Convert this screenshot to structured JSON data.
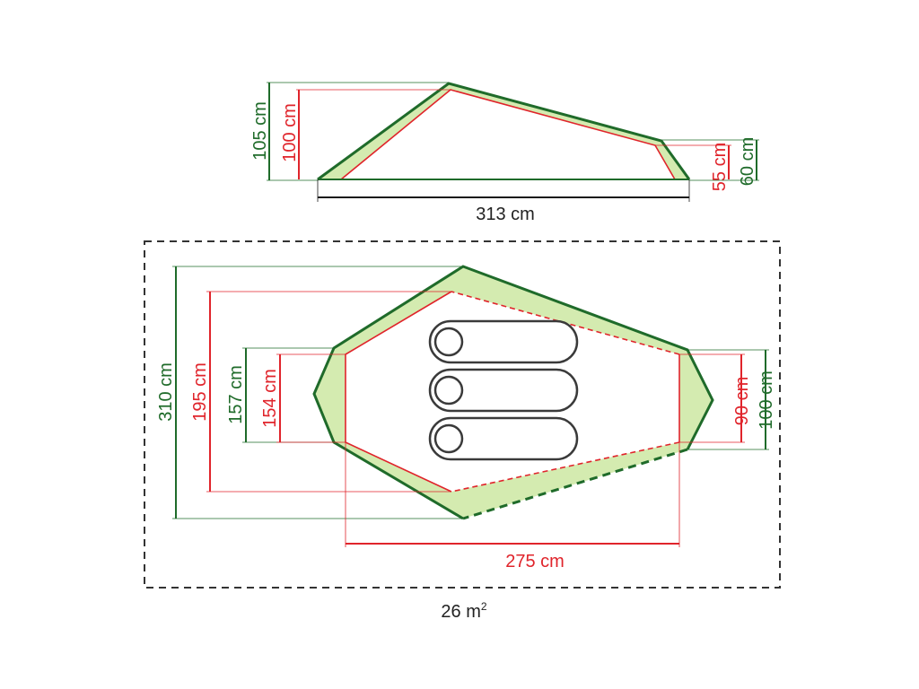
{
  "side_view": {
    "outer_height": "105 cm",
    "inner_height": "100 cm",
    "length": "313 cm",
    "rear_inner_height": "55 cm",
    "rear_outer_height": "60 cm"
  },
  "floor_plan": {
    "outer_width": "310 cm",
    "inner_width": "195 cm",
    "vestibule_outer": "157 cm",
    "vestibule_inner": "154 cm",
    "rear_inner": "90 cm",
    "rear_outer": "100 cm",
    "inner_length": "275 cm",
    "footprint_area_value": "26 m",
    "footprint_area_sup": "2"
  },
  "colors": {
    "outer": "#1f6b2a",
    "inner": "#e0242b",
    "fill": "#d4ebb0",
    "bags": "#3a3a3a",
    "footprint": "#333333"
  },
  "icons": [
    "sleeping-bag-icon",
    "sleeping-bag-icon",
    "sleeping-bag-icon"
  ]
}
